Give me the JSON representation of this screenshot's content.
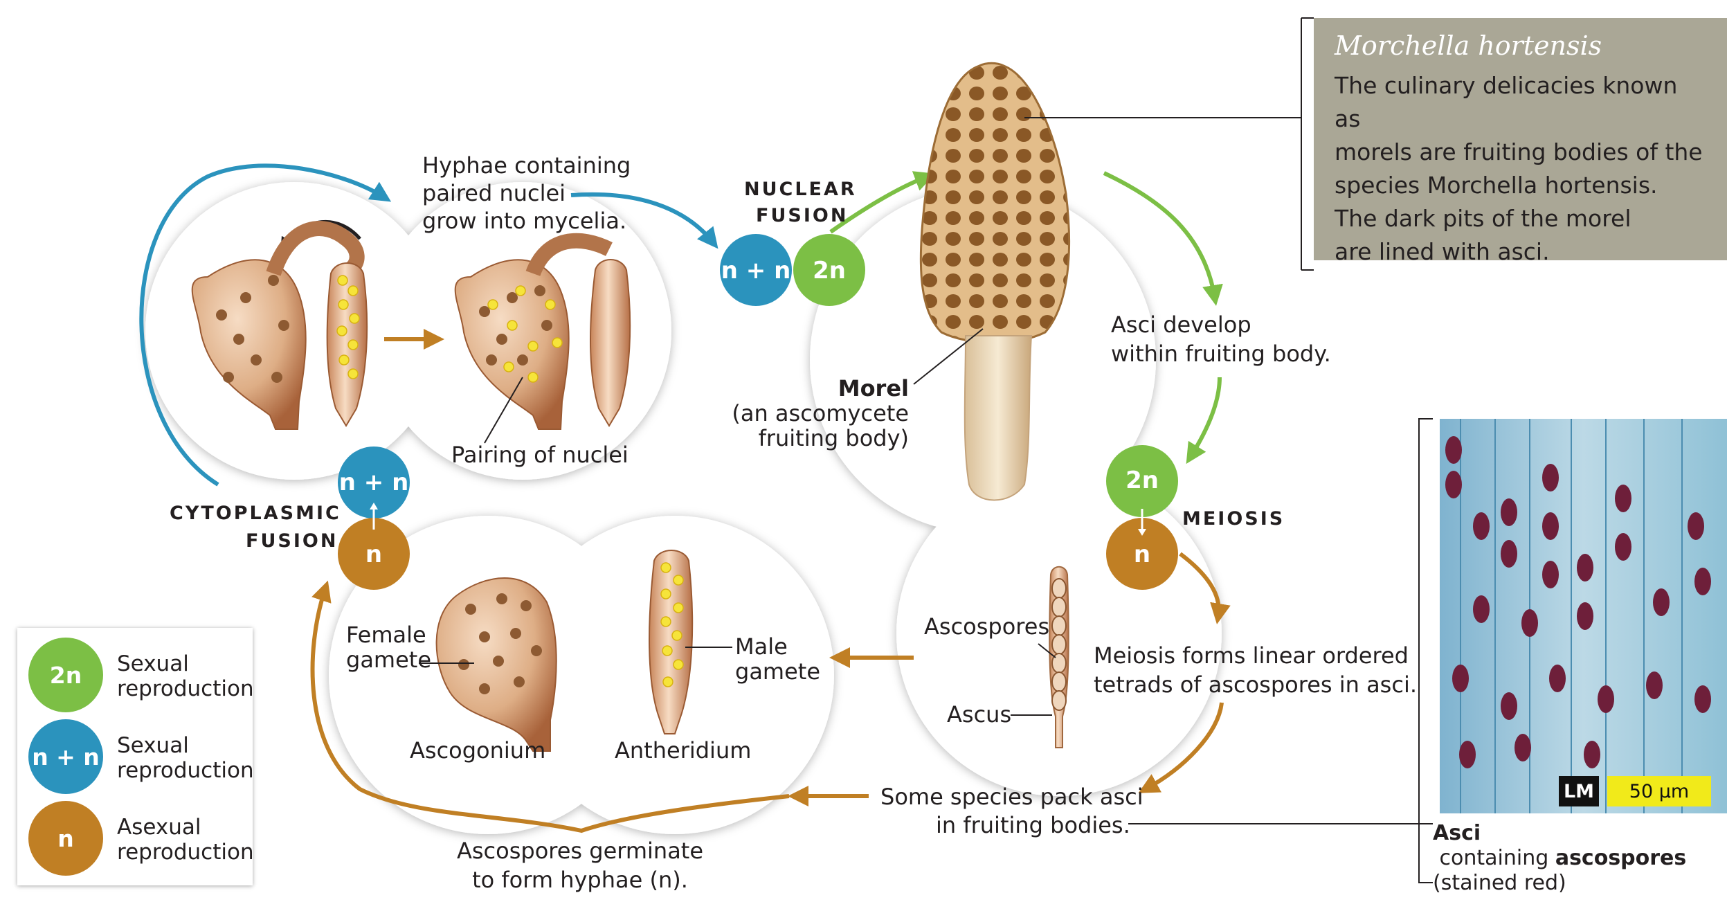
{
  "info_box": {
    "title": "Morchella hortensis",
    "lines": [
      "The culinary delicacies known as",
      "morels are fruiting bodies of the",
      "species Morchella hortensis.",
      "The dark pits of the morel",
      "are lined with asci."
    ]
  },
  "labels": {
    "hyphae_1": "Hyphae containing",
    "hyphae_2": "paired nuclei",
    "hyphae_3": "grow into mycelia.",
    "nuclear_fusion_1": "NUCLEAR",
    "nuclear_fusion_2": "FUSION",
    "morel_title": "Morel",
    "morel_sub_1": "(an ascomycete",
    "morel_sub_2": "fruiting body)",
    "asci_develop_1": "Asci develop",
    "asci_develop_2": "within fruiting body.",
    "meiosis": "MEIOSIS",
    "pairing": "Pairing of nuclei",
    "cytoplasmic_1": "CYTOPLASMIC",
    "cytoplasmic_2": "FUSION",
    "female_1": "Female",
    "female_2": "gamete",
    "male_1": "Male",
    "male_2": "gamete",
    "ascogonium": "Ascogonium",
    "antheridium": "Antheridium",
    "ascospores": "Ascospores",
    "ascus": "Ascus",
    "meiosis_forms_1": "Meiosis forms linear ordered",
    "meiosis_forms_2": "tetrads of ascospores in asci.",
    "some_species_1": "Some species pack asci",
    "some_species_2": "in fruiting bodies.",
    "germinate_1": "Ascospores germinate",
    "germinate_2": "to form hyphae (n)."
  },
  "nodes": {
    "nn": "n + n",
    "two_n": "2n",
    "n": "n"
  },
  "legend": [
    {
      "symbol": "2n",
      "line1": "Sexual",
      "line2": "reproduction",
      "color": "#7cbf45"
    },
    {
      "symbol": "n + n",
      "line1": "Sexual",
      "line2": "reproduction",
      "color": "#2b93bd"
    },
    {
      "symbol": "n",
      "line1": "Asexual",
      "line2": "reproduction",
      "color": "#c07f24"
    }
  ],
  "photo": {
    "scale_mode": "LM",
    "scale_value": "50 µm",
    "caption_1_bold": "Asci",
    "caption_1_rest": " containing ",
    "caption_1_bold2": "ascospores",
    "caption_2": "(stained red)"
  },
  "colors": {
    "blue": "#2b93bd",
    "green": "#7cbf45",
    "gold": "#c07f24",
    "box": "#aaa796"
  }
}
